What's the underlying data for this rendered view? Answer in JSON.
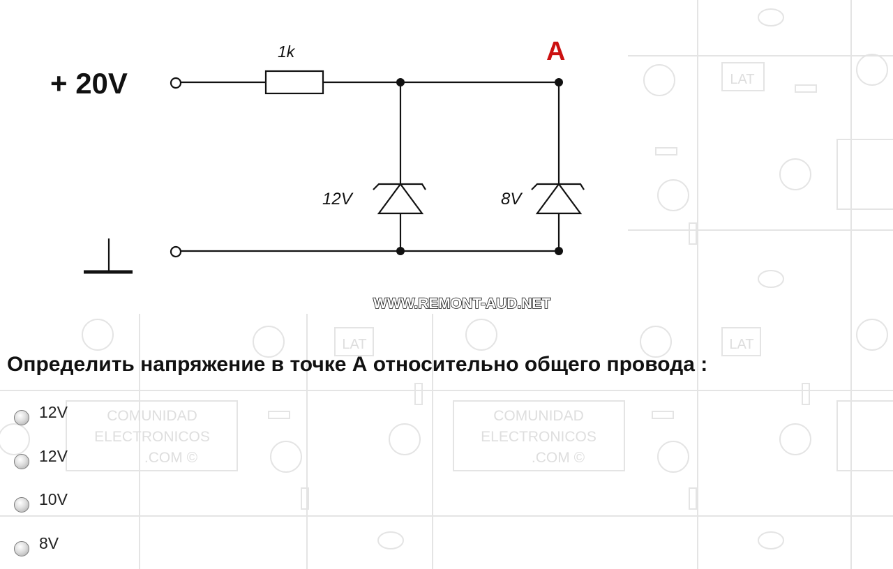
{
  "schematic": {
    "supply_label": "+ 20V",
    "resistor_label": "1k",
    "node_label": "A",
    "zener1_label": "12V",
    "zener2_label": "8V",
    "watermark": "WWW.REMONT-AUD.NET",
    "node_label_color": "#cc1111"
  },
  "background": {
    "box_line1": "COMUNIDAD",
    "box_line2": "ELECTRONICOS",
    "box_line3": ".COM ©",
    "lat_label": "LAT"
  },
  "question": "Определить напряжение в точке А относительно общего провода :",
  "answers": [
    {
      "label": "12V"
    },
    {
      "label": "12V"
    },
    {
      "label": "10V"
    },
    {
      "label": "8V"
    }
  ],
  "icons": {
    "radio": "radio-button-icon",
    "zener": "zener-diode-icon",
    "ground": "ground-icon",
    "resistor": "resistor-icon"
  }
}
